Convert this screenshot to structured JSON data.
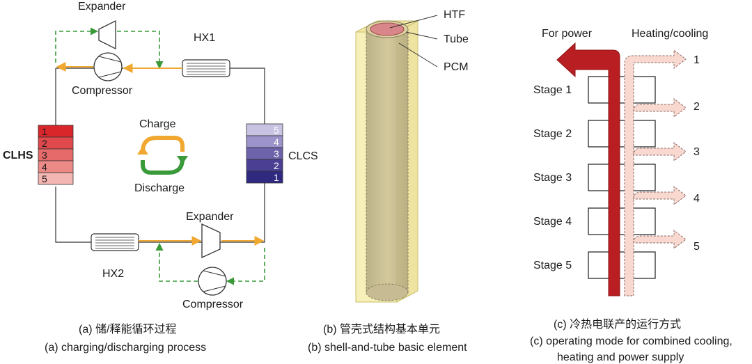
{
  "panel_a": {
    "expander_top": "Expander",
    "hx1": "HX1",
    "compressor_top": "Compressor",
    "clhs": "CLHS",
    "clcs": "CLCS",
    "charge": "Charge",
    "discharge": "Discharge",
    "expander_bottom": "Expander",
    "hx2": "HX2",
    "compressor_bottom": "Compressor",
    "clhs_stages": [
      "1",
      "2",
      "3",
      "4",
      "5"
    ],
    "clcs_stages": [
      "5",
      "4",
      "3",
      "2",
      "1"
    ],
    "caption_cn": "(a) 储/释能循环过程",
    "caption_en": "(a) charging/discharging process"
  },
  "panel_b": {
    "htf": "HTF",
    "tube": "Tube",
    "pcm": "PCM",
    "caption_cn": "(b) 管壳式结构基本单元",
    "caption_en": "(b) shell-and-tube basic element"
  },
  "panel_c": {
    "for_power": "For power",
    "heating_cooling": "Heating/cooling",
    "outputs": [
      "1",
      "2",
      "3",
      "4",
      "5"
    ],
    "stages": [
      "Stage 1",
      "Stage 2",
      "Stage 3",
      "Stage 4",
      "Stage 5"
    ],
    "caption_cn": "(c) 冷热电联产的运行方式",
    "caption_en_1": "(c) operating mode for combined cooling,",
    "caption_en_2": "heating and power supply"
  },
  "colors": {
    "hot_storage": [
      "#d9262b",
      "#e0494b",
      "#e66a6a",
      "#ec8a88",
      "#f4b6b2"
    ],
    "cold_storage": [
      "#c8c3e2",
      "#9b93c9",
      "#6c63ab",
      "#4a3f93",
      "#2f2a80"
    ],
    "charge_arrow": "#f0a830",
    "discharge_arrow": "#3a9a3a",
    "power_arrow": "#b81e22",
    "heat_arrow": "#f9d8cf",
    "shell_fill": "#f7f0b8",
    "tube_fill": "#b9ad86"
  }
}
